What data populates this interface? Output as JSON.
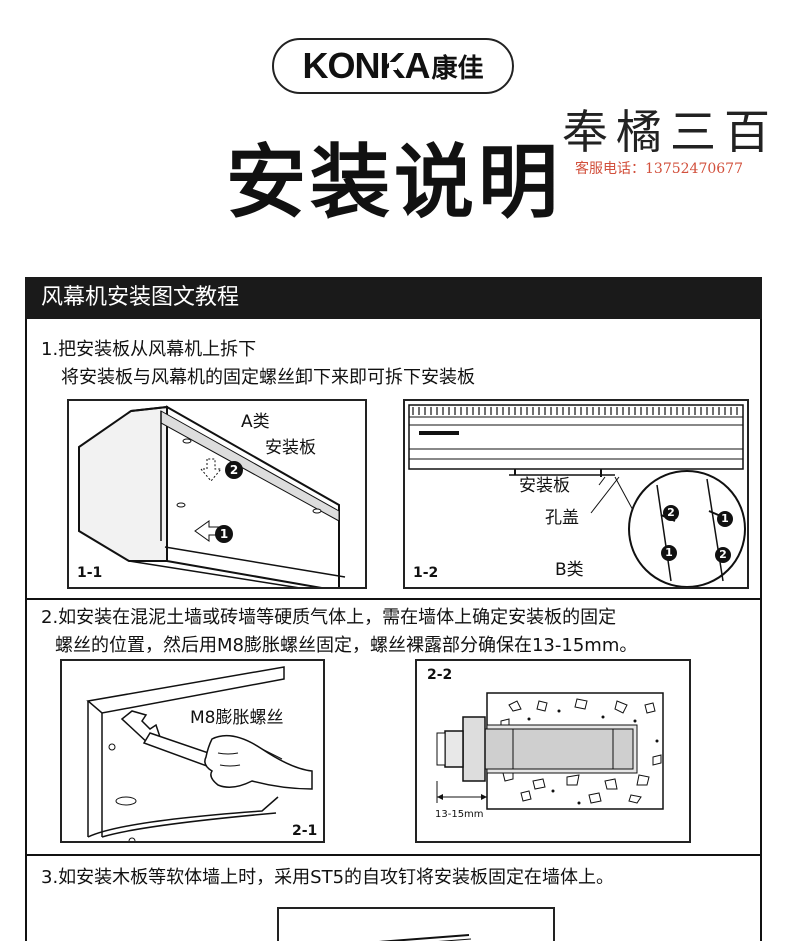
{
  "header": {
    "logo_brand": "KONKA",
    "logo_cn": "康佳",
    "title": "安装说明",
    "stamp_text": "奉橘三百",
    "hotline": "客服电话：13752470677"
  },
  "section": {
    "title": "风幕机安装图文教程"
  },
  "steps": [
    {
      "line1": "1.把安装板从风幕机上拆下",
      "line2": "将安装板与风幕机的固定螺丝卸下来即可拆下安装板"
    },
    {
      "line1": "2.如安装在混泥土墙或砖墙等硬质气体上，需在墙体上确定安装板的固定",
      "line2": "螺丝的位置，然后用M8膨胀螺丝固定，螺丝裸露部分确保在13-15mm。"
    },
    {
      "line1": "3.如安装木板等软体墙上时，采用ST5的自攻钉将安装板固定在墙体上。"
    }
  ],
  "figures": {
    "f11": {
      "id": "1-1",
      "type_label": "A类",
      "plate_label": "安装板",
      "marker1": "1",
      "marker2": "2"
    },
    "f12": {
      "id": "1-2",
      "type_label": "B类",
      "plate_label": "安装板",
      "cover_label": "孔盖",
      "marker1": "1",
      "marker2": "2"
    },
    "f21": {
      "id": "2-1",
      "bolt_label": "M8膨胀螺丝"
    },
    "f22": {
      "id": "2-2",
      "dimension": "13-15mm"
    }
  }
}
